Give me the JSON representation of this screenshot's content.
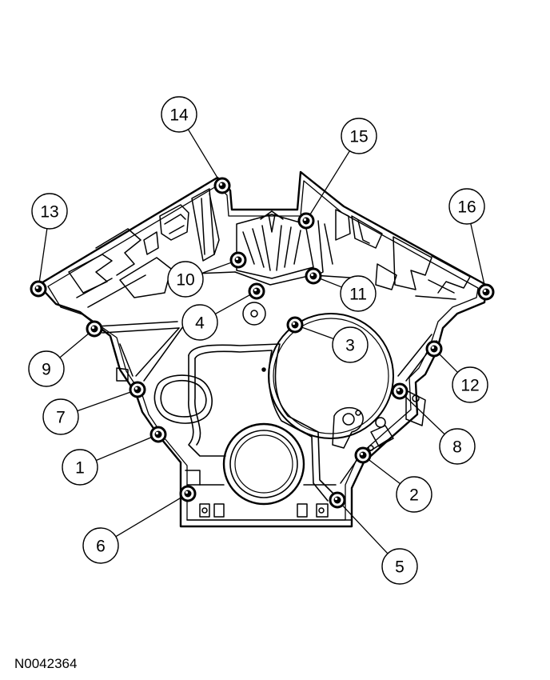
{
  "figure_ref": "N0042364",
  "callouts": [
    {
      "label": "1"
    },
    {
      "label": "2"
    },
    {
      "label": "3"
    },
    {
      "label": "4"
    },
    {
      "label": "5"
    },
    {
      "label": "6"
    },
    {
      "label": "7"
    },
    {
      "label": "8"
    },
    {
      "label": "9"
    },
    {
      "label": "10"
    },
    {
      "label": "11"
    },
    {
      "label": "12"
    },
    {
      "label": "13"
    },
    {
      "label": "14"
    },
    {
      "label": "15"
    },
    {
      "label": "16"
    }
  ]
}
